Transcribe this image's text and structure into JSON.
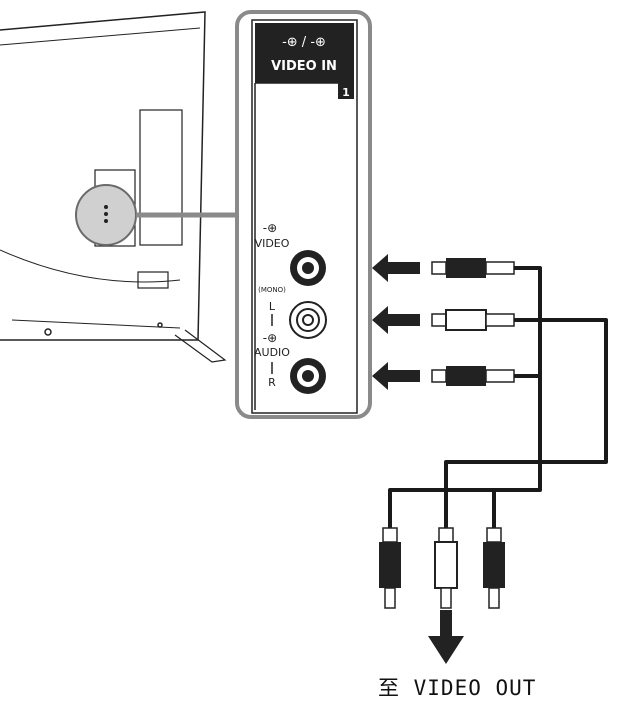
{
  "panel": {
    "header_icons": "-⊕ / -⊕",
    "title": "VIDEO IN",
    "input_number": "1"
  },
  "jacks": {
    "video_icon": "-⊕",
    "video_label": "VIDEO",
    "mono_label": "(MONO)",
    "l_label": "L",
    "audio_icon": "-⊕",
    "audio_label": "AUDIO",
    "r_label": "R"
  },
  "caption": "至 VIDEO OUT",
  "colors": {
    "line": "#1a1a1a",
    "panel_border": "#8a8a8a",
    "fill_dark": "#222222",
    "background": "#ffffff"
  }
}
